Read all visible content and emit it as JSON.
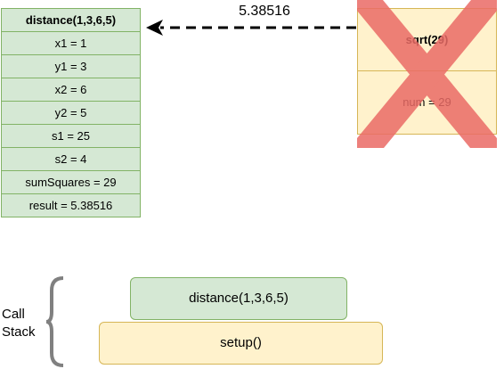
{
  "distance_frame": {
    "title": "distance(1,3,6,5)",
    "rows": [
      "x1 = 1",
      "y1 = 3",
      "x2 = 6",
      "y2 = 5",
      "s1 = 25",
      "s2 = 4",
      "sumSquares = 29",
      "result = 5.38516"
    ]
  },
  "sqrt_frame": {
    "title": "sqrt(29)",
    "body": "num = 29",
    "state": "removed"
  },
  "return_arrow": {
    "label": "5.38516"
  },
  "call_stack": {
    "label_line1": "Call",
    "label_line2": "Stack",
    "frames": [
      "distance(1,3,6,5)",
      "setup()"
    ]
  },
  "colors": {
    "green_fill": "#d5e8d4",
    "green_stroke": "#82b366",
    "yellow_fill": "#fff2cc",
    "yellow_stroke": "#d6b656",
    "cross": "#f08080",
    "brace": "#808080"
  }
}
